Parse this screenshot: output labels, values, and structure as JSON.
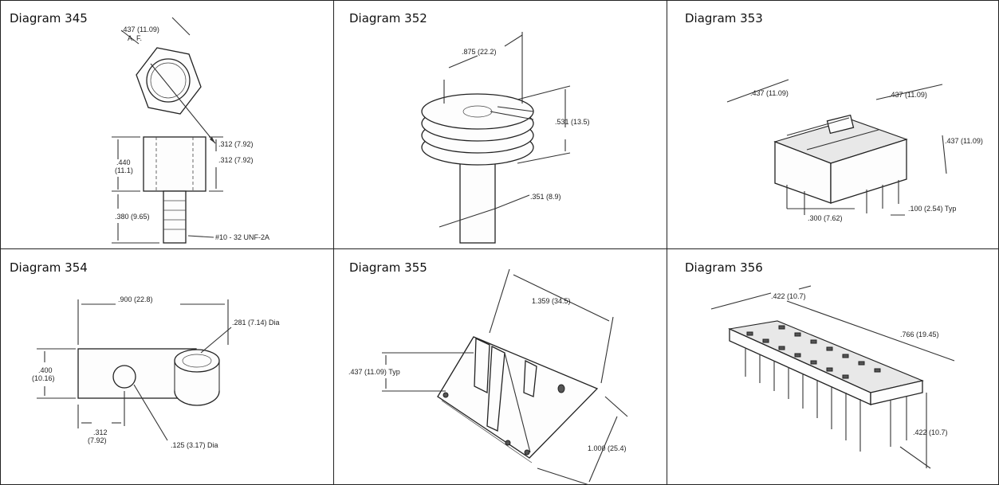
{
  "diagrams": [
    {
      "title": "Diagram 345",
      "labels": {
        "af_size": ".437 (11.09)",
        "af_suffix": "A. F.",
        "diameter": ".312 (7.92)",
        "height": ".440",
        "height_mm": "(11.1)",
        "width": ".312 (7.92)",
        "stud": ".380 (9.65)",
        "thread": "#10 - 32 UNF-2A"
      }
    },
    {
      "title": "Diagram 352",
      "labels": {
        "diameter": ".875 (22.2)",
        "height": ".531 (13.5)",
        "stem": ".351 (8.9)"
      }
    },
    {
      "title": "Diagram 353",
      "labels": {
        "left_width": ".437 (11.09)",
        "right_width": ".437 (11.09)",
        "height": ".437 (11.09)",
        "row_spacing": ".300 (7.62)",
        "pitch": ".100 (2.54) Typ"
      }
    },
    {
      "title": "Diagram 354",
      "labels": {
        "length": ".900 (22.8)",
        "hole": ".281 (7.14) Dia",
        "height": ".400",
        "height_mm": "(10.16)",
        "offset": ".312",
        "offset_mm": "(7.92)",
        "small_hole": ".125 (3.17) Dia"
      }
    },
    {
      "title": "Diagram 355",
      "labels": {
        "length": "1.359 (34.5)",
        "height": ".437 (11.09) Typ",
        "width": "1.000 (25.4)"
      }
    },
    {
      "title": "Diagram 356",
      "labels": {
        "width": ".422 (10.7)",
        "length": ".766 (19.45)",
        "height": ".422 (10.7)"
      }
    }
  ]
}
